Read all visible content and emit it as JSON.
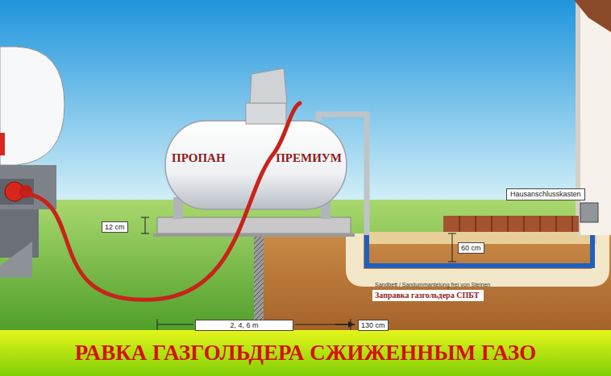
{
  "diagram": {
    "title": "РАВКА ГАЗГОЛЬДЕРА  СЖИЖЕННЫМ ГАЗО",
    "nodes": [
      {
        "text": [
          "ПРОПАН",
          "ПРЕМИУМ"
        ]
      },
      {
        "text": [
          "Hausanschlusskasten"
        ]
      }
    ],
    "labels": [
      "12 cm",
      "60 cm",
      "2, 4, 6 m",
      "130 cm",
      "Sandbett / Sandummantelung frei von Steinen",
      "Заправка газгольдера СПБТ"
    ]
  }
}
